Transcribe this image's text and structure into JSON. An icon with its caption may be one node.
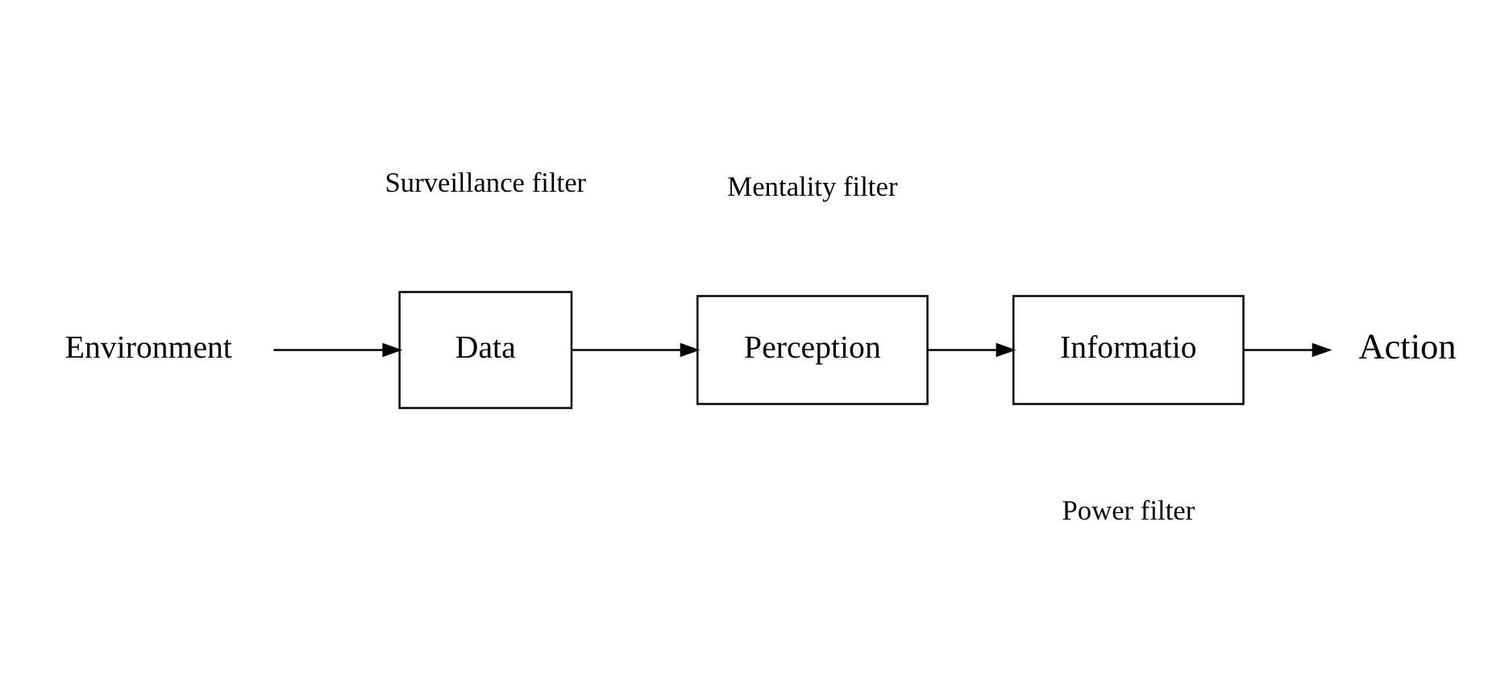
{
  "diagram": {
    "nodes": [
      {
        "text": [
          "Environment"
        ]
      },
      {
        "text": [
          "Data"
        ]
      },
      {
        "text": [
          "Perception"
        ]
      },
      {
        "text": [
          "Informatio"
        ]
      },
      {
        "text": [
          "Action"
        ]
      }
    ],
    "edges": [
      {
        "from": 0,
        "to": 1,
        "arrow": "to"
      },
      {
        "from": 1,
        "to": 2,
        "arrow": "to"
      },
      {
        "from": 2,
        "to": 3,
        "arrow": "to"
      },
      {
        "from": 3,
        "to": 4,
        "arrow": "to"
      }
    ],
    "labels": [
      "Surveillance filter",
      "Mentality filter",
      "Power filter"
    ]
  }
}
